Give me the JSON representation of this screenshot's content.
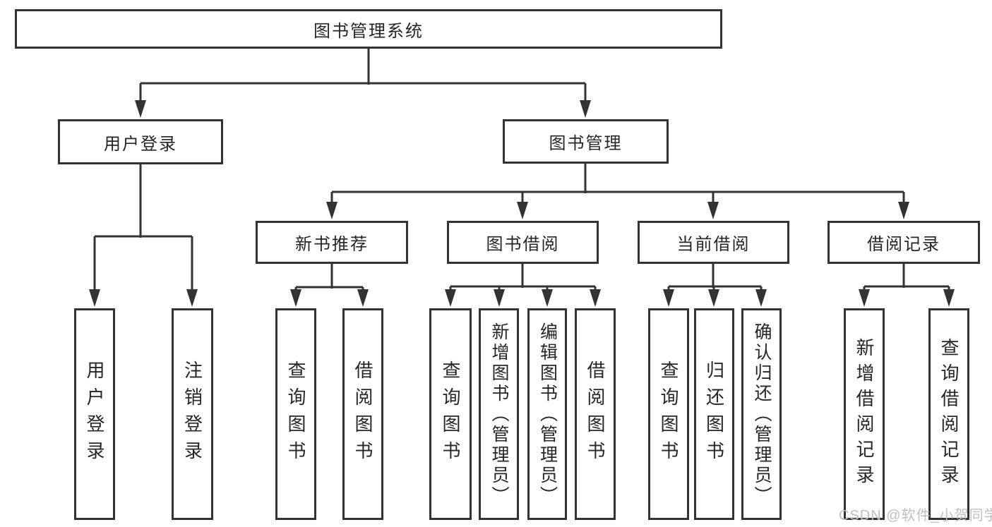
{
  "diagram": {
    "root": {
      "label": "图书管理系统"
    },
    "user_login": {
      "label": "用户登录",
      "children": [
        {
          "label": "用户登录"
        },
        {
          "label": "注销登录"
        }
      ]
    },
    "book_mgmt": {
      "label": "图书管理",
      "sections": [
        {
          "label": "新书推荐",
          "children": [
            {
              "label": "查询图书"
            },
            {
              "label": "借阅图书"
            }
          ]
        },
        {
          "label": "图书借阅",
          "children": [
            {
              "label": "查询图书"
            },
            {
              "label": "新增图书（管理员）"
            },
            {
              "label": "编辑图书（管理员）"
            },
            {
              "label": "借阅图书"
            }
          ]
        },
        {
          "label": "当前借阅",
          "children": [
            {
              "label": "查询图书"
            },
            {
              "label": "归还图书"
            },
            {
              "label": "确认归还（管理员）"
            }
          ]
        },
        {
          "label": "借阅记录",
          "children": [
            {
              "label": "新增借阅记录"
            },
            {
              "label": "查询借阅记录"
            }
          ]
        }
      ]
    }
  },
  "watermark": "CSDN @软件_小贺同学",
  "colors": {
    "line": "#333333",
    "text": "#262626",
    "background": "#ffffff",
    "watermark": "#c0c0c0"
  }
}
